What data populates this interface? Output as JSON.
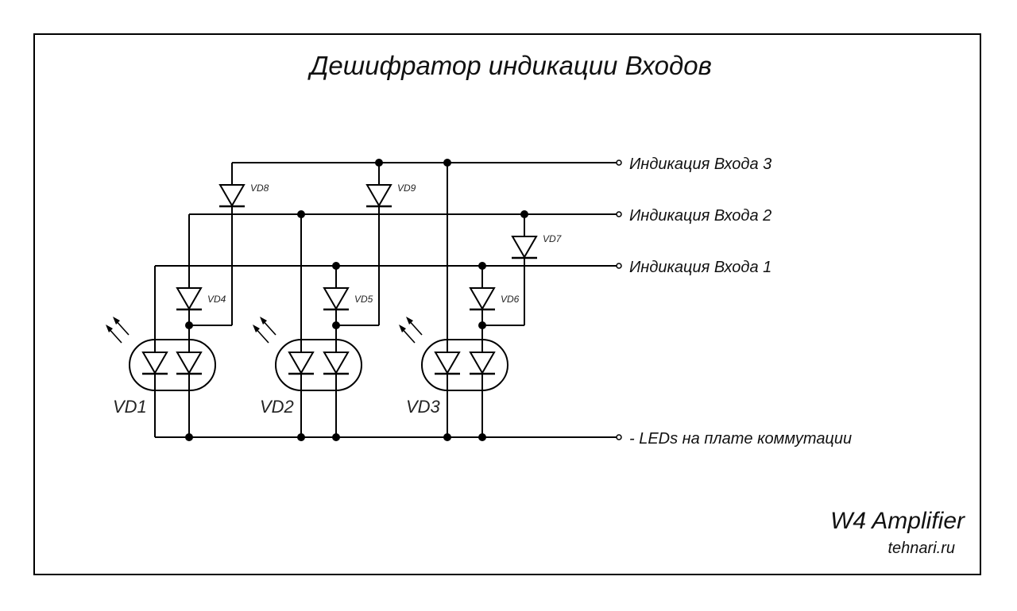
{
  "title": "Дешифратор индикации Входов",
  "ports": [
    {
      "id": "in3",
      "label": "Индикация Входа 3"
    },
    {
      "id": "in2",
      "label": "Индикация Входа 2"
    },
    {
      "id": "in1",
      "label": "Индикация Входа 1"
    },
    {
      "id": "gnd",
      "label": "- LEDs на плате коммутации"
    }
  ],
  "diodes": {
    "VD4": "VD4",
    "VD5": "VD5",
    "VD6": "VD6",
    "VD7": "VD7",
    "VD8": "VD8",
    "VD9": "VD9"
  },
  "leds": {
    "VD1": "VD1",
    "VD2": "VD2",
    "VD3": "VD3"
  },
  "footer": {
    "brand": "W4 Amplifier",
    "site": "tehnari.ru"
  }
}
